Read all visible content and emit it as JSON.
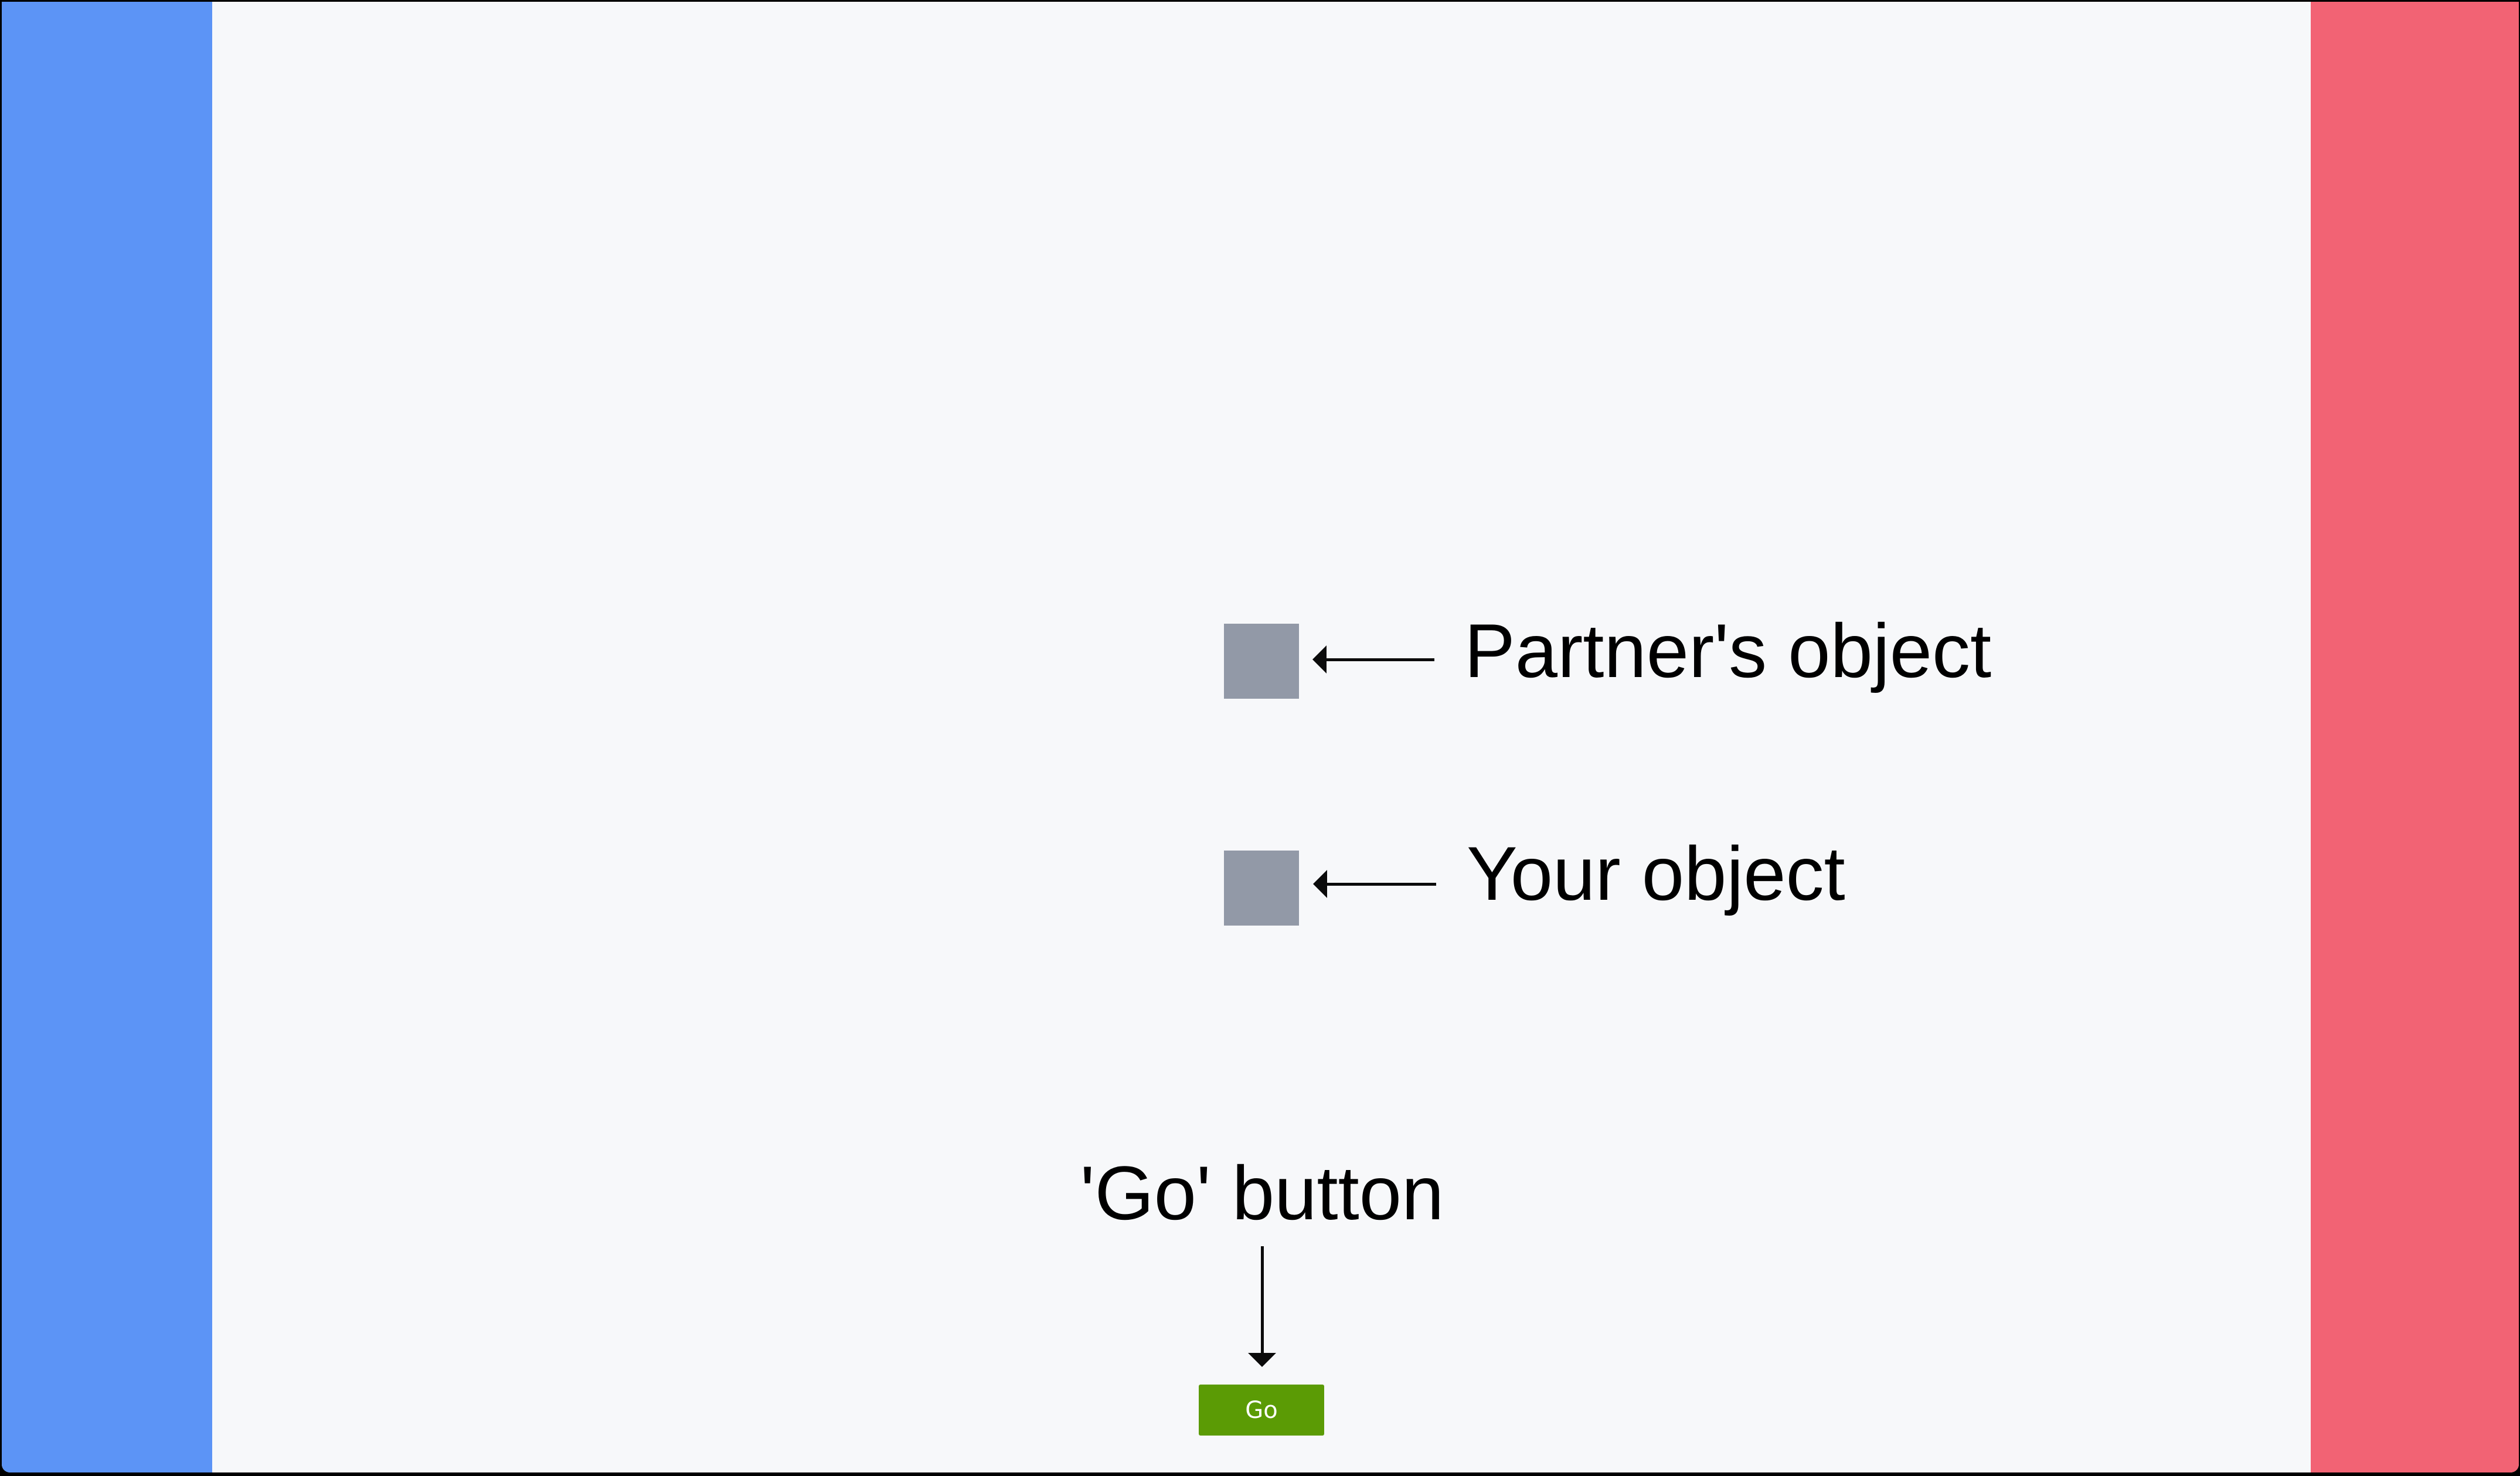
{
  "colors": {
    "background": "#F7F8FA",
    "left_zone": "#5C94F6",
    "right_zone": "#F26374",
    "object_fill": "#9299A7",
    "arrow": "#0B0B0B",
    "go_button_bg": "#5B9B05",
    "go_button_text": "#FFFFFF",
    "label_text": "#000000",
    "frame": "#000000"
  },
  "annotations": {
    "partner_object": "Partner's object",
    "your_object": "Your object",
    "go_button": "'Go' button"
  },
  "controls": {
    "go_button_label": "Go"
  }
}
